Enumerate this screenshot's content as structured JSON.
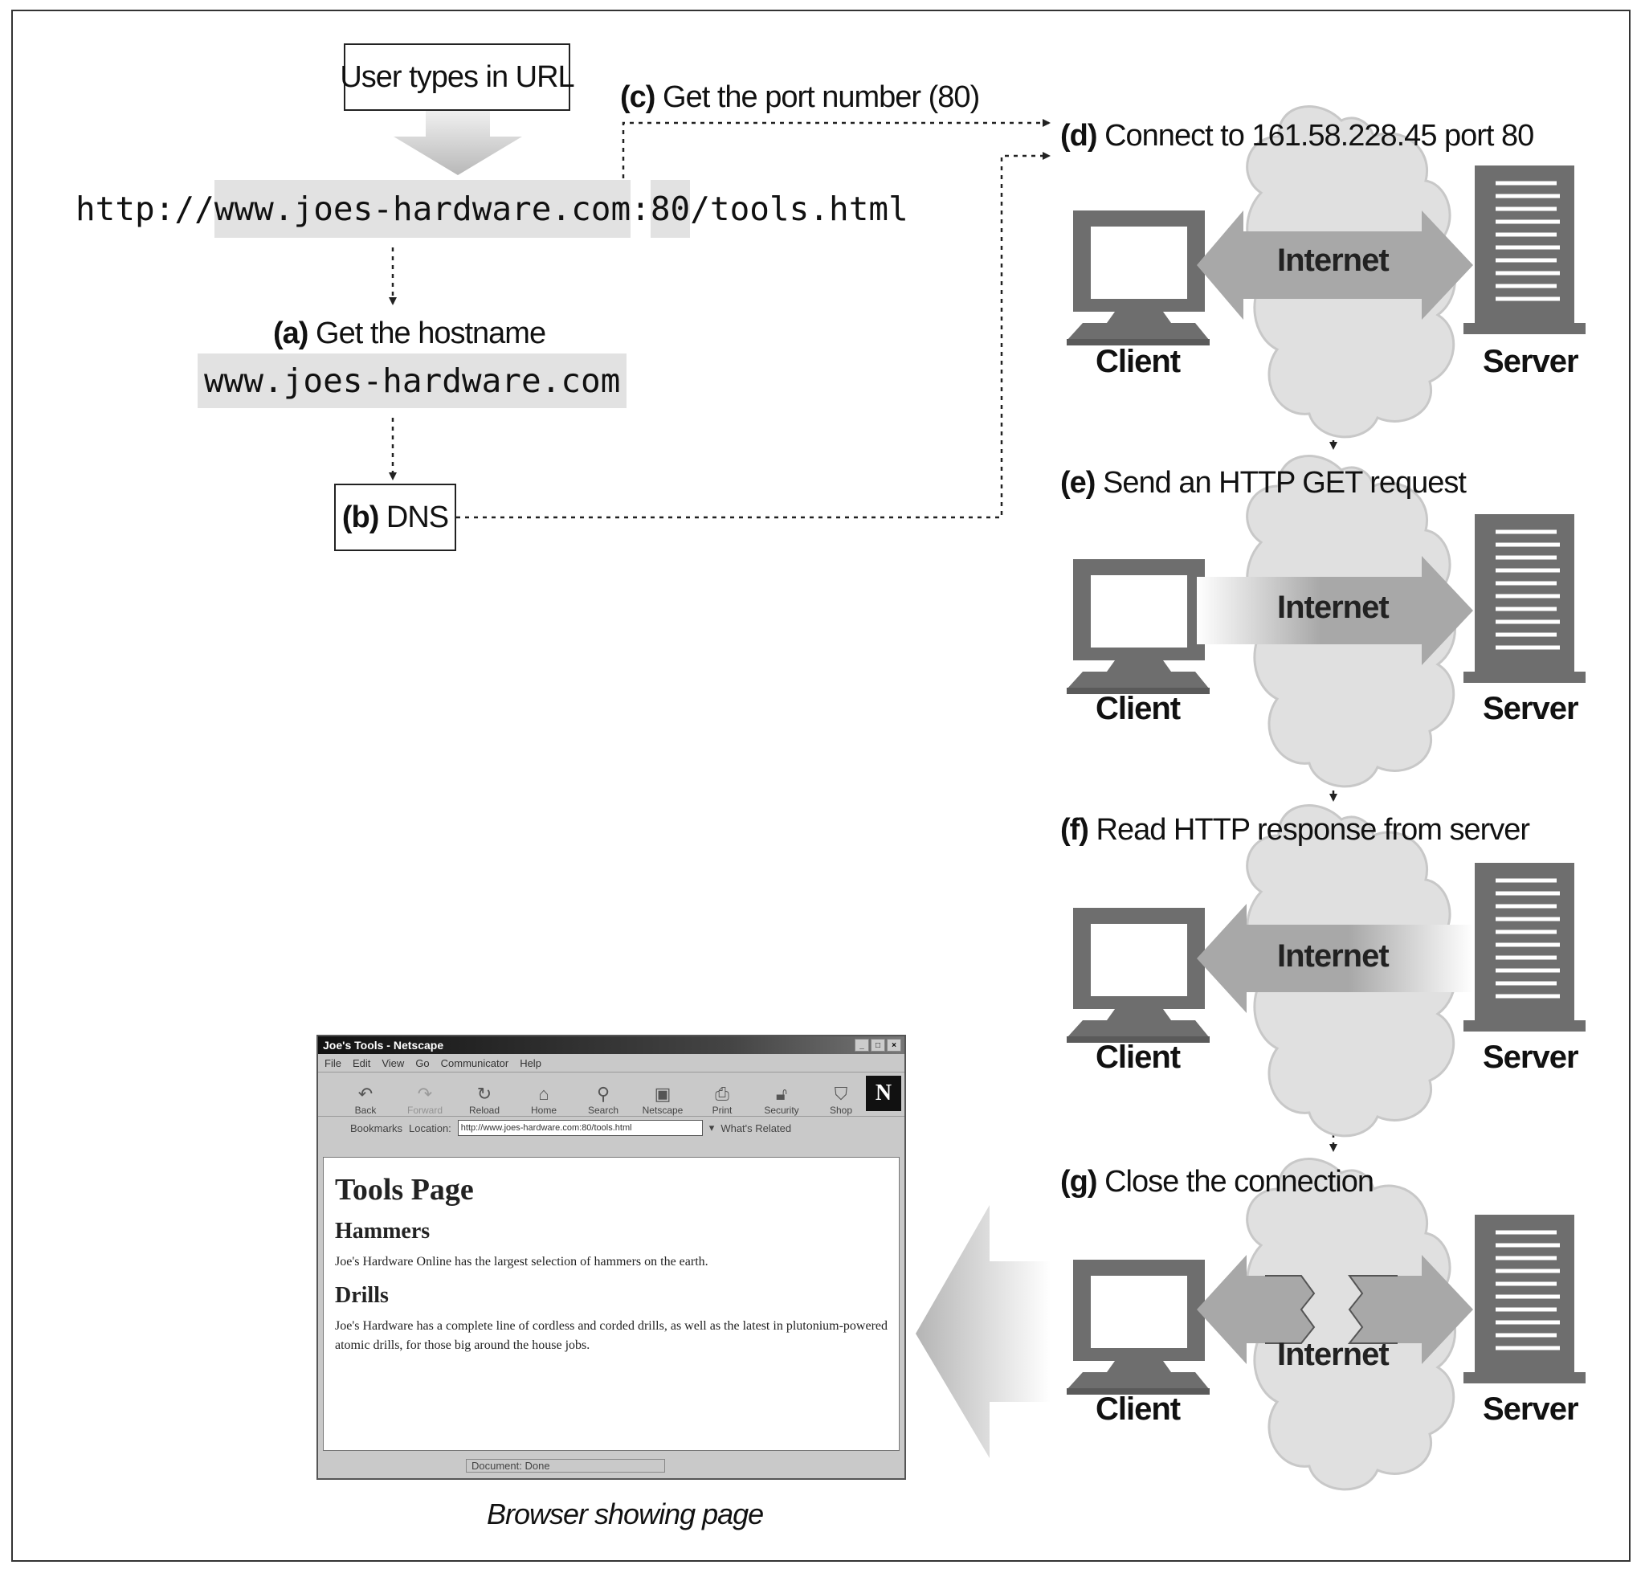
{
  "flow": {
    "user_box": "User types in URL",
    "url": {
      "prefix": "http://",
      "host": "www.joes-hardware.com",
      "colon": ":",
      "port": "80",
      "path": "/tools.html"
    },
    "step_a": {
      "tag": "(a)",
      "text": "Get the hostname"
    },
    "hostname": "www.joes-hardware.com",
    "step_b": {
      "tag": "(b)",
      "text": "DNS"
    },
    "step_c": {
      "tag": "(c)",
      "text": "Get the port number (80)"
    },
    "step_d": {
      "tag": "(d)",
      "text": "Connect to 161.58.228.45 port 80"
    },
    "step_e": {
      "tag": "(e)",
      "text": "Send an HTTP GET request"
    },
    "step_f": {
      "tag": "(f)",
      "text": "Read HTTP response from server"
    },
    "step_g": {
      "tag": "(g)",
      "text": "Close the connection"
    }
  },
  "network": {
    "client_label": "Client",
    "server_label": "Server",
    "internet_label": "Internet"
  },
  "browser": {
    "window_title": "Joe's Tools - Netscape",
    "menu": [
      "File",
      "Edit",
      "View",
      "Go",
      "Communicator",
      "Help"
    ],
    "toolbar": [
      "Back",
      "Forward",
      "Reload",
      "Home",
      "Search",
      "Netscape",
      "Print",
      "Security",
      "Shop"
    ],
    "bookmarks_label": "Bookmarks",
    "location_label": "Location:",
    "location_value": "http://www.joes-hardware.com:80/tools.html",
    "related_label": "What's Related",
    "page": {
      "heading": "Tools Page",
      "section1_title": "Hammers",
      "section1_text": "Joe's Hardware Online has the largest selection of hammers on the earth.",
      "section2_title": "Drills",
      "section2_text": "Joe's Hardware has a complete line of cordless and corded drills, as well as the latest in plutonium-powered atomic drills, for those big around the house jobs."
    },
    "status": "Document: Done"
  },
  "caption": "Browser showing page",
  "colors": {
    "device": "#6e6e6e",
    "cloud": "#e0e0e0",
    "arrow": "#a8a8a8",
    "highlight": "#e2e2e2"
  }
}
